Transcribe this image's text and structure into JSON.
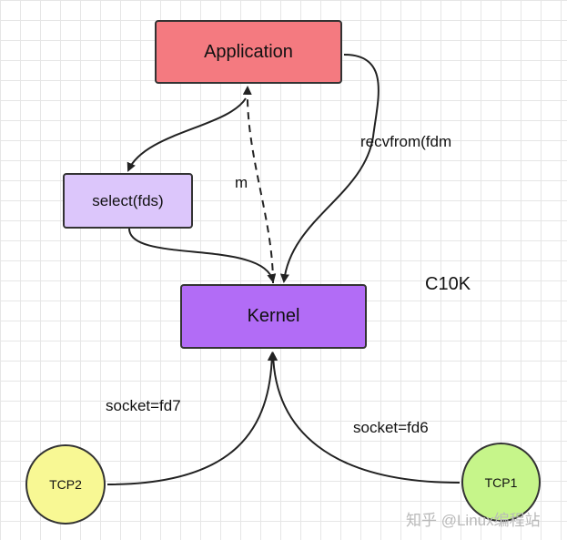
{
  "nodes": {
    "application": "Application",
    "select": "select(fds)",
    "kernel": "Kernel",
    "tcp2": "TCP2",
    "tcp1": "TCP1"
  },
  "labels": {
    "recvfrom": "recvfrom(fdm",
    "m": "m",
    "c10k": "C10K",
    "socket_fd7": "socket=fd7",
    "socket_fd6": "socket=fd6"
  },
  "watermark": "知乎 @Linux编程站",
  "colors": {
    "application_fill": "#f47a80",
    "select_fill": "#dcc6fb",
    "kernel_fill": "#b26cf6",
    "tcp2_fill": "#f8f894",
    "tcp1_fill": "#c6f58a",
    "edge": "#222222"
  }
}
